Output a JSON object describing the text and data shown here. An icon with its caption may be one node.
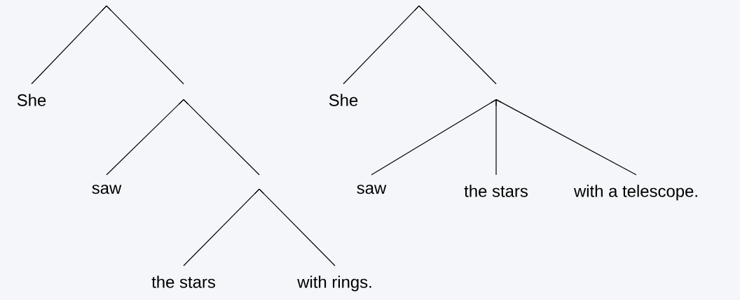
{
  "diagram": {
    "nodes": [
      {
        "text": [],
        "shape": "point"
      },
      {
        "text": [
          "She"
        ]
      },
      {
        "text": [],
        "shape": "point"
      },
      {
        "text": [
          "saw"
        ]
      },
      {
        "text": [],
        "shape": "point"
      },
      {
        "text": [
          "the stars"
        ]
      },
      {
        "text": [
          "with rings."
        ]
      },
      {
        "text": [],
        "shape": "point"
      },
      {
        "text": [
          "She"
        ]
      },
      {
        "text": [],
        "shape": "point"
      },
      {
        "text": [
          "saw"
        ]
      },
      {
        "text": [
          "the stars"
        ]
      },
      {
        "text": [
          "with a telescope."
        ]
      }
    ],
    "edges": [
      {
        "from": 0,
        "to": 1,
        "arrow": "none"
      },
      {
        "from": 0,
        "to": 2,
        "arrow": "none"
      },
      {
        "from": 2,
        "to": 3,
        "arrow": "none"
      },
      {
        "from": 2,
        "to": 4,
        "arrow": "none"
      },
      {
        "from": 4,
        "to": 5,
        "arrow": "none"
      },
      {
        "from": 4,
        "to": 6,
        "arrow": "none"
      },
      {
        "from": 7,
        "to": 8,
        "arrow": "none"
      },
      {
        "from": 7,
        "to": 9,
        "arrow": "none"
      },
      {
        "from": 9,
        "to": 10,
        "arrow": "none"
      },
      {
        "from": 9,
        "to": 11,
        "arrow": "none"
      },
      {
        "from": 9,
        "to": 12,
        "arrow": "none"
      }
    ]
  }
}
